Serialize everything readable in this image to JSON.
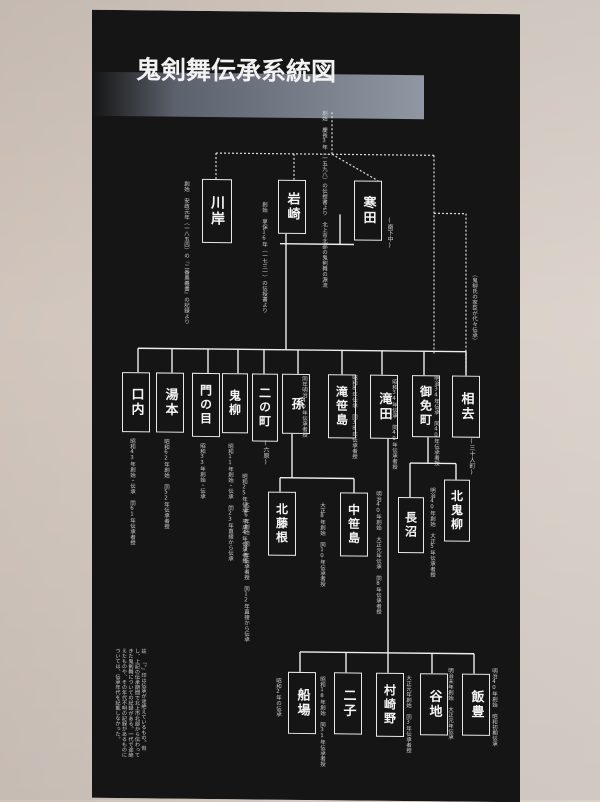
{
  "title": "鬼剣舞伝承系統図",
  "nodes": {
    "kawagishi": "川岸",
    "iwasaki": "岩崎",
    "yamatoda": "寒田",
    "kuchiuchi": "口内",
    "yumoto": "湯本",
    "kadonome": "門の目",
    "onio": "鬼柳",
    "ninomachi": "二の町",
    "mago": "孫",
    "nishikasama": "滝笹島",
    "sawada": "滝田",
    "gomenmachi": "御免町",
    "aisari": "相去",
    "kitafujine": "北藤根",
    "nakakasama": "中笹島",
    "naganuma": "長沼",
    "kitaonio": "北鬼柳",
    "funaba": "船場",
    "futago": "二子",
    "murasakino": "村崎野",
    "yachi": "谷地",
    "iitoyo": "飯豊"
  },
  "sub_labels": {
    "yamatoda_tag": "(南下中)",
    "ninomachi_tag": "(六原)",
    "aisari_tag": "(三十人町)"
  },
  "notes": {
    "kawagishi": "創始 安政元年（一八五四）の『二番奥義書』の記録より",
    "iwasaki": "創始 享保16年（一七三一）の伝授書より",
    "yamatoda": "創始 慶長3年（一五九八）の伝授書より 北上市北部の鬼剣舞の源流",
    "aisari_side": "（鬼柳氏の家臣が代々伝承）",
    "kuchiuchi": "昭和43年創始・伝承 同61年伝承者授",
    "yumoto": "昭和62年創始 同52年伝承者授",
    "kadonome": "昭和33年創始・伝承",
    "onio": "昭和11年創始・伝承 同23年直接から伝承",
    "ninomachi": "昭和25年伝承 平成4年伝承者授",
    "mago": "同年明治40年伝承者授",
    "nishikasama": "昭和8年伝承 同38年伝承者授",
    "sawada": "昭和34年伝承 同40年伝承者授",
    "gomenmachi": "明治34年伝承 同40年伝承者授",
    "kitafujine": "大正6年創始 同7年伝承者授 同12年直接から伝承",
    "nakakasama": "大正8年創始 同10年伝承者授",
    "naganuma": "明治40年創始 大正元年伝承 同8年伝承者授",
    "kitaonio": "明治40年創始 大正5年伝承者授",
    "funaba": "昭和2年の伝承",
    "futago": "昭和18年創始 同31年伝承者授",
    "murasakino": "大正元年創始 同3年伝承者授",
    "yachi": "明治末年創始 大正元年伝承",
    "iitoyo": "明治40年創始 昭和初期伝承"
  },
  "legend": "註 「。」印は伝承が途絶えているもの。但し、上記の伝承期間で北上市北部から伝わってきた鬼剣舞についての記録がある。一代で途絶えたものや、その年代不明の記録があるものについては、伝承年代を記載しなかった。"
}
